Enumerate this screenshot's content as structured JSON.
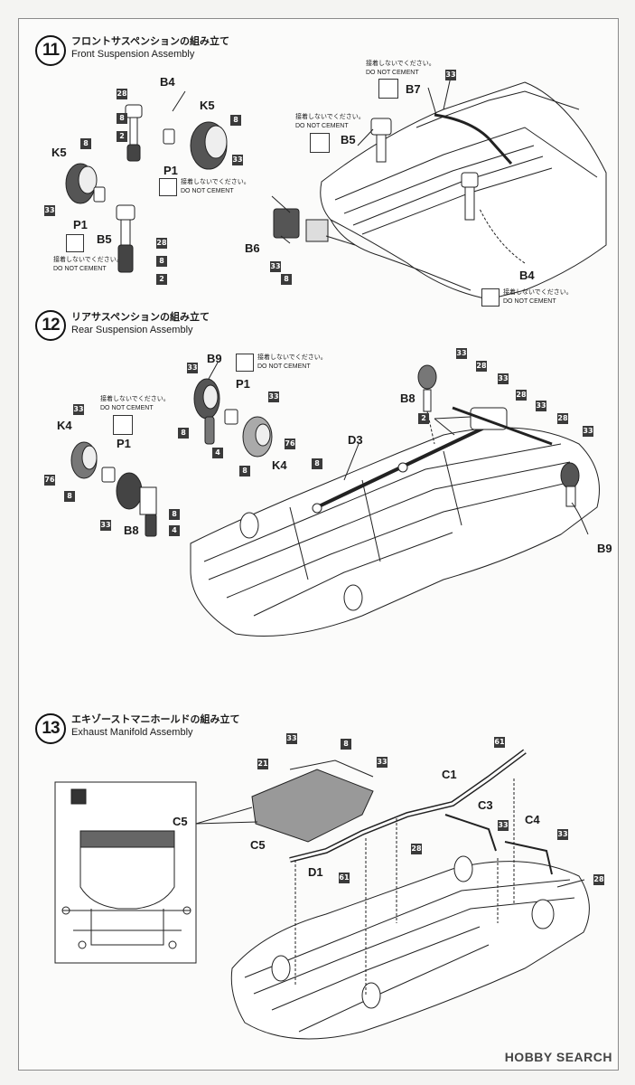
{
  "steps": [
    {
      "number": "11",
      "title_jp": "フロントサスペンションの組み立て",
      "title_en": "Front Suspension Assembly"
    },
    {
      "number": "12",
      "title_jp": "リアサスペンションの組み立て",
      "title_en": "Rear Suspension Assembly"
    },
    {
      "number": "13",
      "title_jp": "エキゾーストマニホールドの組み立て",
      "title_en": "Exhaust Manifold Assembly"
    }
  ],
  "notice": {
    "jp": "接着しないでください。",
    "en": "DO NOT CEMENT"
  },
  "labels": {
    "b4": "B4",
    "k5": "K5",
    "p1": "P1",
    "b5": "B5",
    "b6": "B6",
    "b7": "B7",
    "b8": "B8",
    "b9": "B9",
    "k4": "K4",
    "d3": "D3",
    "c1": "C1",
    "c3": "C3",
    "c4": "C4",
    "c5": "C5",
    "d1": "D1"
  },
  "parts": {
    "p2": "2",
    "p4": "4",
    "p8": "8",
    "p21": "21",
    "p28": "28",
    "p33": "33",
    "p61": "61",
    "p76": "76"
  },
  "watermark": "HOBBY SEARCH"
}
